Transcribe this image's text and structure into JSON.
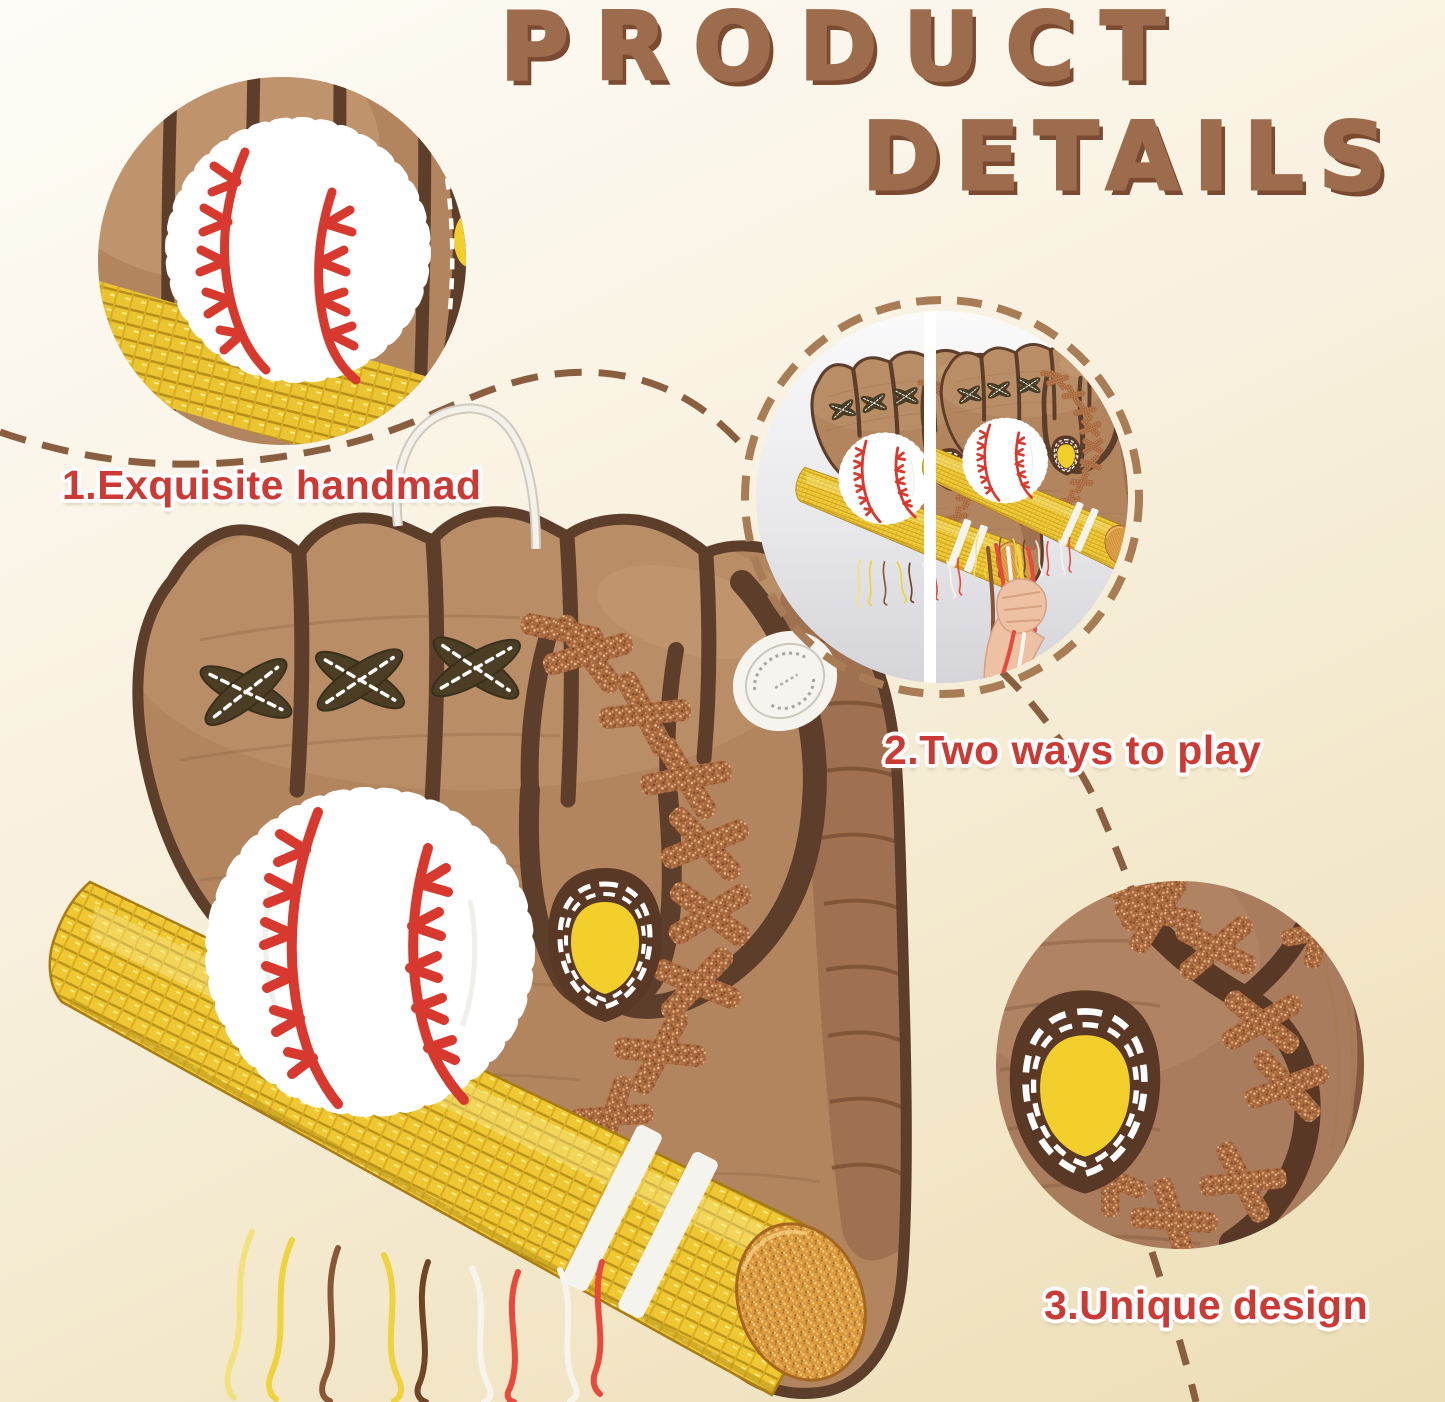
{
  "title": {
    "line1": "PRODUCT",
    "line2": "DETAILS"
  },
  "callouts": [
    {
      "label": "1.Exquisite handmad"
    },
    {
      "label": "2.Two ways to play"
    },
    {
      "label": "3.Unique design"
    }
  ],
  "colors": {
    "title_brown": "#9d6c4d",
    "title_shadow": "#7a4a31",
    "label_red": "#cb3a35",
    "dashed_line_brown": "#8a5f40",
    "glove_tan": "#b2855f",
    "glove_outline": "#5d3e2b",
    "bat_gold": "#eec933",
    "glitter_copper": "#a8693f",
    "glitter_orange_cap": "#d9993e",
    "baseball_white": "#ffffff",
    "stitch_red": "#d8392f",
    "shield_yellow": "#f2cf2a",
    "background_cream": "#f3e8cb"
  }
}
